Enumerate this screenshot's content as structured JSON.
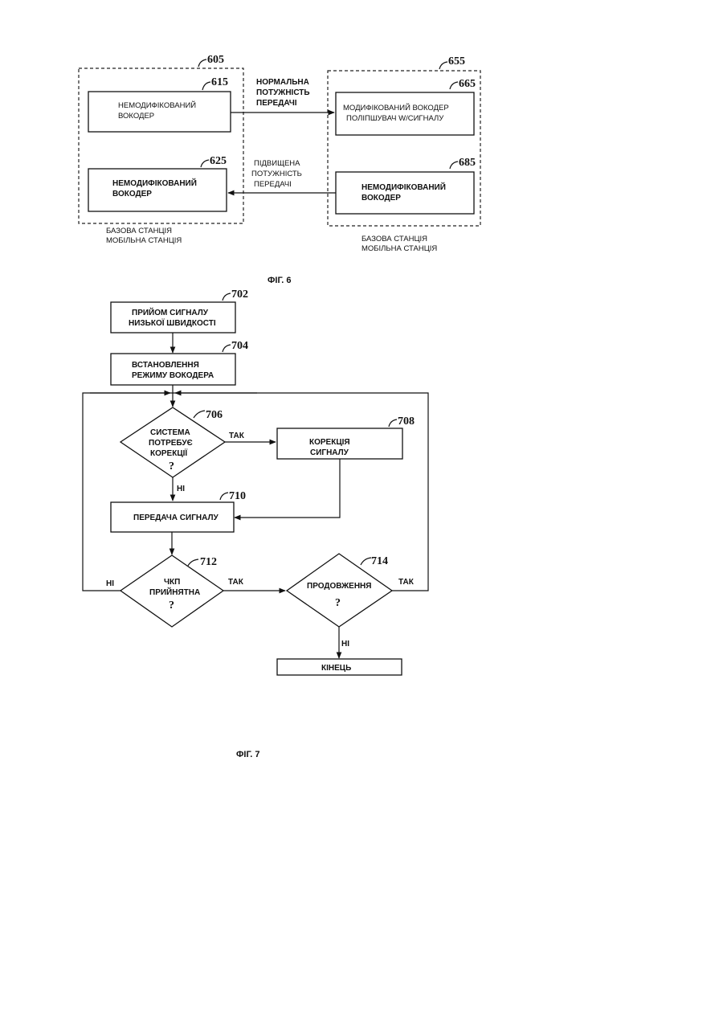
{
  "fig6": {
    "left_group": {
      "ref": "605",
      "caption_line1": "БАЗОВА СТАНЦІЯ",
      "caption_line2": "МОБІЛЬНА СТАНЦІЯ"
    },
    "right_group": {
      "ref": "655",
      "caption_line1": "БАЗОВА СТАНЦІЯ",
      "caption_line2": "МОБІЛЬНА СТАНЦІЯ"
    },
    "box615": {
      "ref": "615",
      "line1": "НЕМОДИФІКОВАНИЙ",
      "line2": "ВОКОДЕР"
    },
    "box625": {
      "ref": "625",
      "line1": "НЕМОДИФІКОВАНИЙ",
      "line2": "ВОКОДЕР"
    },
    "box665": {
      "ref": "665",
      "line1": "МОДИФІКОВАНИЙ ВОКОДЕР",
      "line2": "ПОЛІПШУВАЧ W/СИГНАЛУ"
    },
    "box685": {
      "ref": "685",
      "line1": "НЕМОДИФІКОВАНИЙ",
      "line2": "ВОКОДЕР"
    },
    "arrow_top": {
      "line1": "НОРМАЛЬНА",
      "line2": "ПОТУЖНІСТЬ",
      "line3": "ПЕРЕДАЧІ"
    },
    "arrow_bottom": {
      "line1": "ПІДВИЩЕНА",
      "line2": "ПОТУЖНІСТЬ",
      "line3": "ПЕРЕДАЧІ"
    },
    "caption": "ФІГ. 6"
  },
  "fig7": {
    "s702": {
      "ref": "702",
      "line1": "ПРИЙОМ СИГНАЛУ",
      "line2": "НИЗЬКОЇ ШВИДКОСТІ"
    },
    "s704": {
      "ref": "704",
      "line1": "ВСТАНОВЛЕННЯ",
      "line2": "РЕЖИМУ ВОКОДЕРА"
    },
    "d706": {
      "ref": "706",
      "line1": "СИСТЕМА",
      "line2": "ПОТРЕБУЄ",
      "line3": "КОРЕКЦІЇ",
      "q": "?"
    },
    "s708": {
      "ref": "708",
      "line1": "КОРЕКЦІЯ",
      "line2": "СИГНАЛУ"
    },
    "s710": {
      "ref": "710",
      "line1": "ПЕРЕДАЧА СИГНАЛУ"
    },
    "d712": {
      "ref": "712",
      "line1": "ЧКП",
      "line2": "ПРИЙНЯТНА",
      "q": "?"
    },
    "d714": {
      "ref": "714",
      "line1": "ПРОДОВЖЕННЯ",
      "q": "?"
    },
    "end": {
      "label": "КІНЕЦЬ"
    },
    "labels": {
      "yes_706": "ТАК",
      "no_706": "НІ",
      "yes_712": "ТАК",
      "no_712": "НІ",
      "yes_714": "ТАК",
      "no_714": "НІ"
    },
    "caption": "ФІГ. 7"
  }
}
